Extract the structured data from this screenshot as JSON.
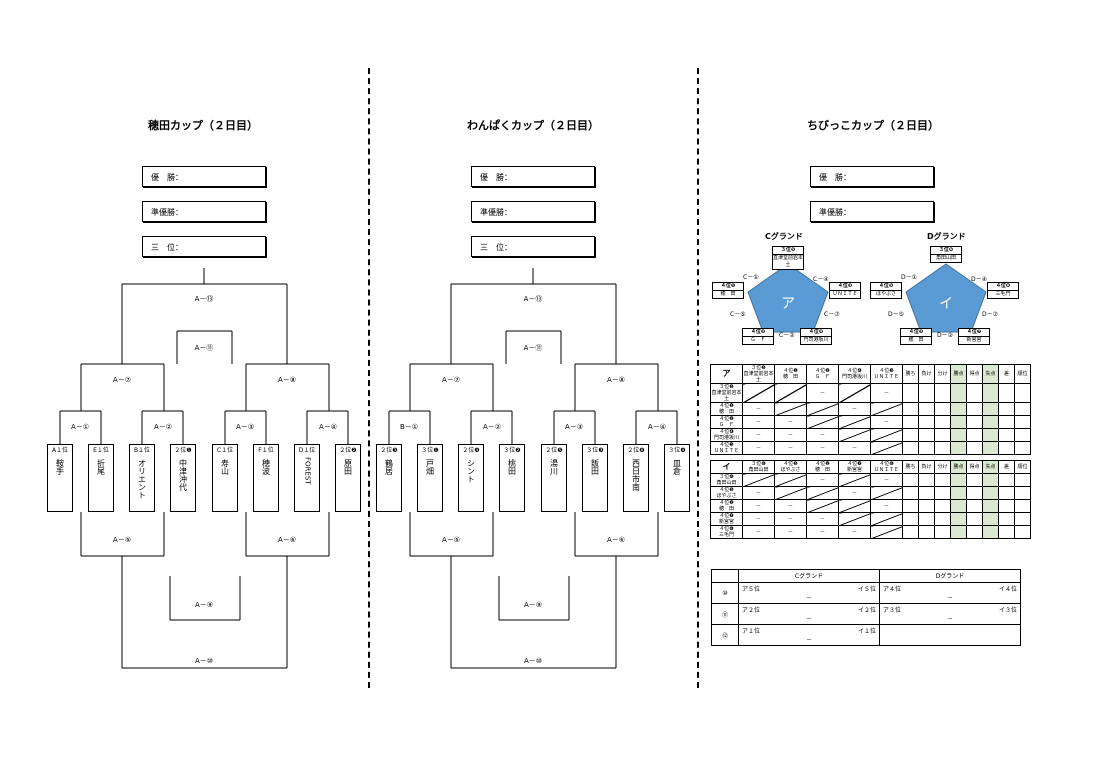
{
  "col1": {
    "title": "穂田カップ（２日目）",
    "results": [
      "優　勝：",
      "準優勝：",
      "三　位："
    ],
    "labels": {
      "a13": "A－⑬",
      "a11": "A－⑪",
      "a7": "A－⑦",
      "a8": "A－⑧",
      "a1": "A－①",
      "a2": "A－②",
      "a3": "A－③",
      "a4": "A－④",
      "a5": "A－⑤",
      "a6": "A－⑥",
      "a9": "A－⑨",
      "a10": "A－⑩"
    },
    "teams": [
      {
        "seed": "A１位",
        "name": "鞍手"
      },
      {
        "seed": "E１位",
        "name": "折尾"
      },
      {
        "seed": "B１位",
        "name": "オリエント"
      },
      {
        "seed": "２位❶",
        "name": "中津沖代"
      },
      {
        "seed": "C１位",
        "name": "寿山"
      },
      {
        "seed": "F１位",
        "name": "穂波"
      },
      {
        "seed": "D１位",
        "name": "FOREST"
      },
      {
        "seed": "２位❷",
        "name": "原田"
      }
    ]
  },
  "col2": {
    "title": "わんぱくカップ（２日目）",
    "results": [
      "優　勝：",
      "準優勝：",
      "三　位："
    ],
    "labels": {
      "a13": "A－⑬",
      "a11": "A－⑪",
      "a7": "A－⑦",
      "a8": "A－⑧",
      "b1": "B－①",
      "a2": "A－②",
      "a3": "A－③",
      "a4": "A－④",
      "a5": "A－⑤",
      "a6": "A－⑥",
      "a9": "A－⑨",
      "a10": "A－⑩"
    },
    "teams": [
      {
        "seed": "２位❸",
        "name": "鶴居"
      },
      {
        "seed": "３位❶",
        "name": "戸畑"
      },
      {
        "seed": "２位❹",
        "name": "シント"
      },
      {
        "seed": "３位❷",
        "name": "桃田"
      },
      {
        "seed": "２位❺",
        "name": "湯川"
      },
      {
        "seed": "３位❸",
        "name": "飯田"
      },
      {
        "seed": "２位❻",
        "name": "西日市南"
      },
      {
        "seed": "３位❹",
        "name": "皿倉"
      }
    ]
  },
  "col3": {
    "title": "ちびっこカップ（２日目）",
    "results": [
      "優　勝：",
      "準優勝："
    ],
    "groundC": {
      "title": "Cグランド",
      "letter": "ア",
      "top": {
        "seed": "３位❺",
        "name": "直津堂前岩本土"
      },
      "left": {
        "seed": "４位❶",
        "name": "穂　田"
      },
      "right": {
        "seed": "４位❸",
        "name": "ＵＮＩＴＥ"
      },
      "bl": {
        "seed": "４位❷",
        "name": "Ｇ　Ｆ"
      },
      "br": {
        "seed": "４位❹",
        "name": "門司港坂川"
      },
      "m1": "C－①",
      "m4": "C－④",
      "m5": "C－⑤",
      "m2": "C－②",
      "m7": "C－⑦"
    },
    "groundD": {
      "title": "Dグランド",
      "letter": "イ",
      "top": {
        "seed": "３位❻",
        "name": "角田山田"
      },
      "left": {
        "seed": "４位❺",
        "name": "ほやぶさ"
      },
      "right": {
        "seed": "４位❻",
        "name": "三毛門"
      },
      "bl": {
        "seed": "４位❷",
        "name": "穂　田"
      },
      "br": {
        "seed": "４位❼",
        "name": "新宮宮"
      },
      "m1": "D－①",
      "m4": "D－④",
      "m5": "D－⑤",
      "m2": "D－②",
      "m7": "D－⑦"
    },
    "tableA": {
      "letter": "ア",
      "cols": [
        "３位❺\n直津堂前岩本土",
        "４位❶\n穂　田",
        "４位❷\nＧ　Ｆ",
        "４位❹\n門司港坂川",
        "４位❸\nＵＮＩＴＥ"
      ],
      "stats": [
        "勝ち",
        "負け",
        "分け",
        "勝点",
        "得点",
        "失点",
        "差",
        "順位"
      ],
      "rows": [
        "３位❺\n直津堂前岩本土",
        "４位❶\n穂　田",
        "４位❷\nＧ　Ｆ",
        "４位❹\n門司港坂川",
        "４位❸\nＵＮＩＴＥ"
      ],
      "dash": "－"
    },
    "tableB": {
      "letter": "イ",
      "cols": [
        "３位❻\n角田山田",
        "４位❺\nほやぶさ",
        "４位❷\n穂　田",
        "４位❼\n新宮宮",
        "４位❻\nＵＮＩＴＥ"
      ],
      "stats": [
        "勝ち",
        "負け",
        "分け",
        "勝点",
        "得点",
        "失点",
        "差",
        "順位"
      ],
      "rows": [
        "３位❻\n角田山田",
        "４位❺\nほやぶさ",
        "４位❷\n穂　田",
        "４位❼\n新宮宮",
        "４位❻\n三毛門"
      ],
      "dash": "－"
    },
    "schedule": {
      "headers": [
        "Cグランド",
        "Dグランド"
      ],
      "rows": [
        {
          "no": "⑩",
          "c_left": "ア５位",
          "c_right": "イ５位",
          "d_left": "ア４位",
          "d_right": "イ４位"
        },
        {
          "no": "⑪",
          "c_left": "ア２位",
          "c_right": "イ２位",
          "d_left": "ア３位",
          "d_right": "イ３位"
        },
        {
          "no": "⑫",
          "c_left": "ア１位",
          "c_right": "イ１位",
          "d_left": "",
          "d_right": ""
        }
      ],
      "dash": "－"
    }
  }
}
